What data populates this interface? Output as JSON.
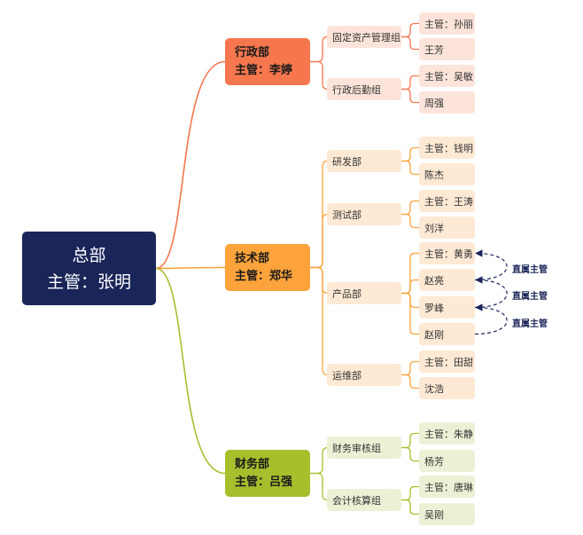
{
  "root": {
    "line1": "总部",
    "line2": "主管：张明"
  },
  "departments": [
    {
      "name": "行政部",
      "manager": "主管：李婷",
      "color": "#f6774e",
      "sub_color": "#fde4da",
      "groups": [
        {
          "name": "固定资产管理组",
          "members": [
            "主管：孙丽",
            "王芳"
          ]
        },
        {
          "name": "行政后勤组",
          "members": [
            "主管：吴敏",
            "周强"
          ]
        }
      ]
    },
    {
      "name": "技术部",
      "manager": "主管：郑华",
      "color": "#fca33c",
      "sub_color": "#fde9d4",
      "groups": [
        {
          "name": "研发部",
          "members": [
            "主管：钱明",
            "陈杰"
          ]
        },
        {
          "name": "测试部",
          "members": [
            "主管：王涛",
            "刘洋"
          ]
        },
        {
          "name": "产品部",
          "members": [
            "主管：黄勇",
            "赵亮",
            "罗峰",
            "赵刚"
          ]
        },
        {
          "name": "运维部",
          "members": [
            "主管：田甜",
            "沈浩"
          ]
        }
      ]
    },
    {
      "name": "财务部",
      "manager": "主管：吕强",
      "color": "#a7bf2d",
      "sub_color": "#ecf1d6",
      "groups": [
        {
          "name": "财务审核组",
          "members": [
            "主管：朱静",
            "杨芳"
          ]
        },
        {
          "name": "会计核算组",
          "members": [
            "主管：唐琳",
            "吴刚"
          ]
        }
      ]
    }
  ],
  "annotations": [
    {
      "text": "直属主管",
      "from": "赵亮",
      "to": "主管：黄勇"
    },
    {
      "text": "直属主管",
      "from": "罗峰",
      "to": "赵亮"
    },
    {
      "text": "直属主管",
      "from": "赵刚",
      "to": "罗峰"
    }
  ],
  "colors": {
    "root": "#1a2559",
    "annotation": "#1a2559"
  }
}
